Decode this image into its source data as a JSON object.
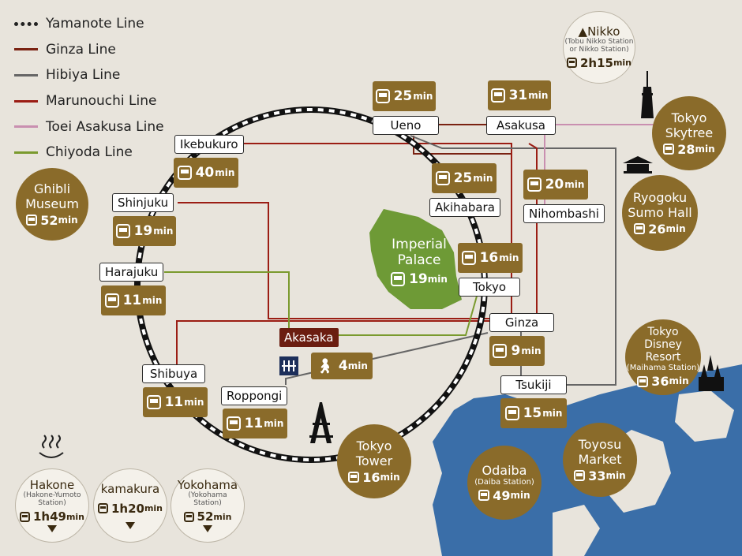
{
  "legend": [
    {
      "label": "Yamanote Line",
      "color": "#222222",
      "style": "dotted"
    },
    {
      "label": "Ginza Line",
      "color": "#7a2212",
      "style": "solid"
    },
    {
      "label": "Hibiya Line",
      "color": "#666666",
      "style": "solid"
    },
    {
      "label": "Marunouchi Line",
      "color": "#9b1d14",
      "style": "solid"
    },
    {
      "label": "Toei Asakusa Line",
      "color": "#c98fb0",
      "style": "solid"
    },
    {
      "label": "Chiyoda Line",
      "color": "#7a9a2e",
      "style": "solid"
    }
  ],
  "colors": {
    "gold": "#8a6b2a",
    "palace": "#6e9a36",
    "water": "#3a6ea8",
    "background": "#e8e4dc",
    "akasaka": "#6b1d10",
    "metro": "#1c2e5a"
  },
  "stations": {
    "ueno": "Ueno",
    "asakusa": "Asakusa",
    "ikebukuro": "Ikebukuro",
    "shinjuku": "Shinjuku",
    "akihabara": "Akihabara",
    "nihombashi": "Nihombashi",
    "harajuku": "Harajuku",
    "tokyo": "Tokyo",
    "ginza": "Ginza",
    "shibuya": "Shibuya",
    "roppongi": "Roppongi",
    "tsukiji": "Tsukiji"
  },
  "unit": "min",
  "times": {
    "ueno": "25",
    "asakusa": "31",
    "ikebukuro": "40",
    "akihabara": "25",
    "nihombashi": "20",
    "shinjuku": "19",
    "tokyo": "16",
    "harajuku": "11",
    "ginza": "9",
    "shibuya": "11",
    "roppongi": "11",
    "tsukiji": "15",
    "walk": "4"
  },
  "akasaka": "Akasaka",
  "palace": {
    "line1": "Imperial",
    "line2": "Palace",
    "time": "19"
  },
  "bubbles": {
    "ghibli": {
      "line1": "Ghibli",
      "line2": "Museum",
      "time": "52"
    },
    "skytree": {
      "line1": "Tokyo",
      "line2": "Skytree",
      "time": "28"
    },
    "ryogoku": {
      "line1": "Ryogoku",
      "line2": "Sumo Hall",
      "time": "26"
    },
    "disney": {
      "line1": "Tokyo",
      "line2": "Disney Resort",
      "sub": "(Maihama Station)",
      "time": "36"
    },
    "tower": {
      "line1": "Tokyo",
      "line2": "Tower",
      "time": "16"
    },
    "odaiba": {
      "line1": "Odaiba",
      "sub": "(Daiba Station)",
      "time": "49"
    },
    "toyosu": {
      "line1": "Toyosu",
      "line2": "Market",
      "time": "33"
    }
  },
  "nikko": {
    "title": "Nikko",
    "sub1": "(Tobu Nikko Station",
    "sub2": "or Nikko Station)",
    "time": "2h15"
  },
  "day_trips": {
    "hakone": {
      "title": "Hakone",
      "sub1": "(Hakone-Yumoto",
      "sub2": "Station)",
      "time": "1h49"
    },
    "kamakura": {
      "title": "kamakura",
      "time": "1h20"
    },
    "yokohama": {
      "title": "Yokohama",
      "sub1": "(Yokohama",
      "sub2": "Station)",
      "time": "52"
    }
  }
}
